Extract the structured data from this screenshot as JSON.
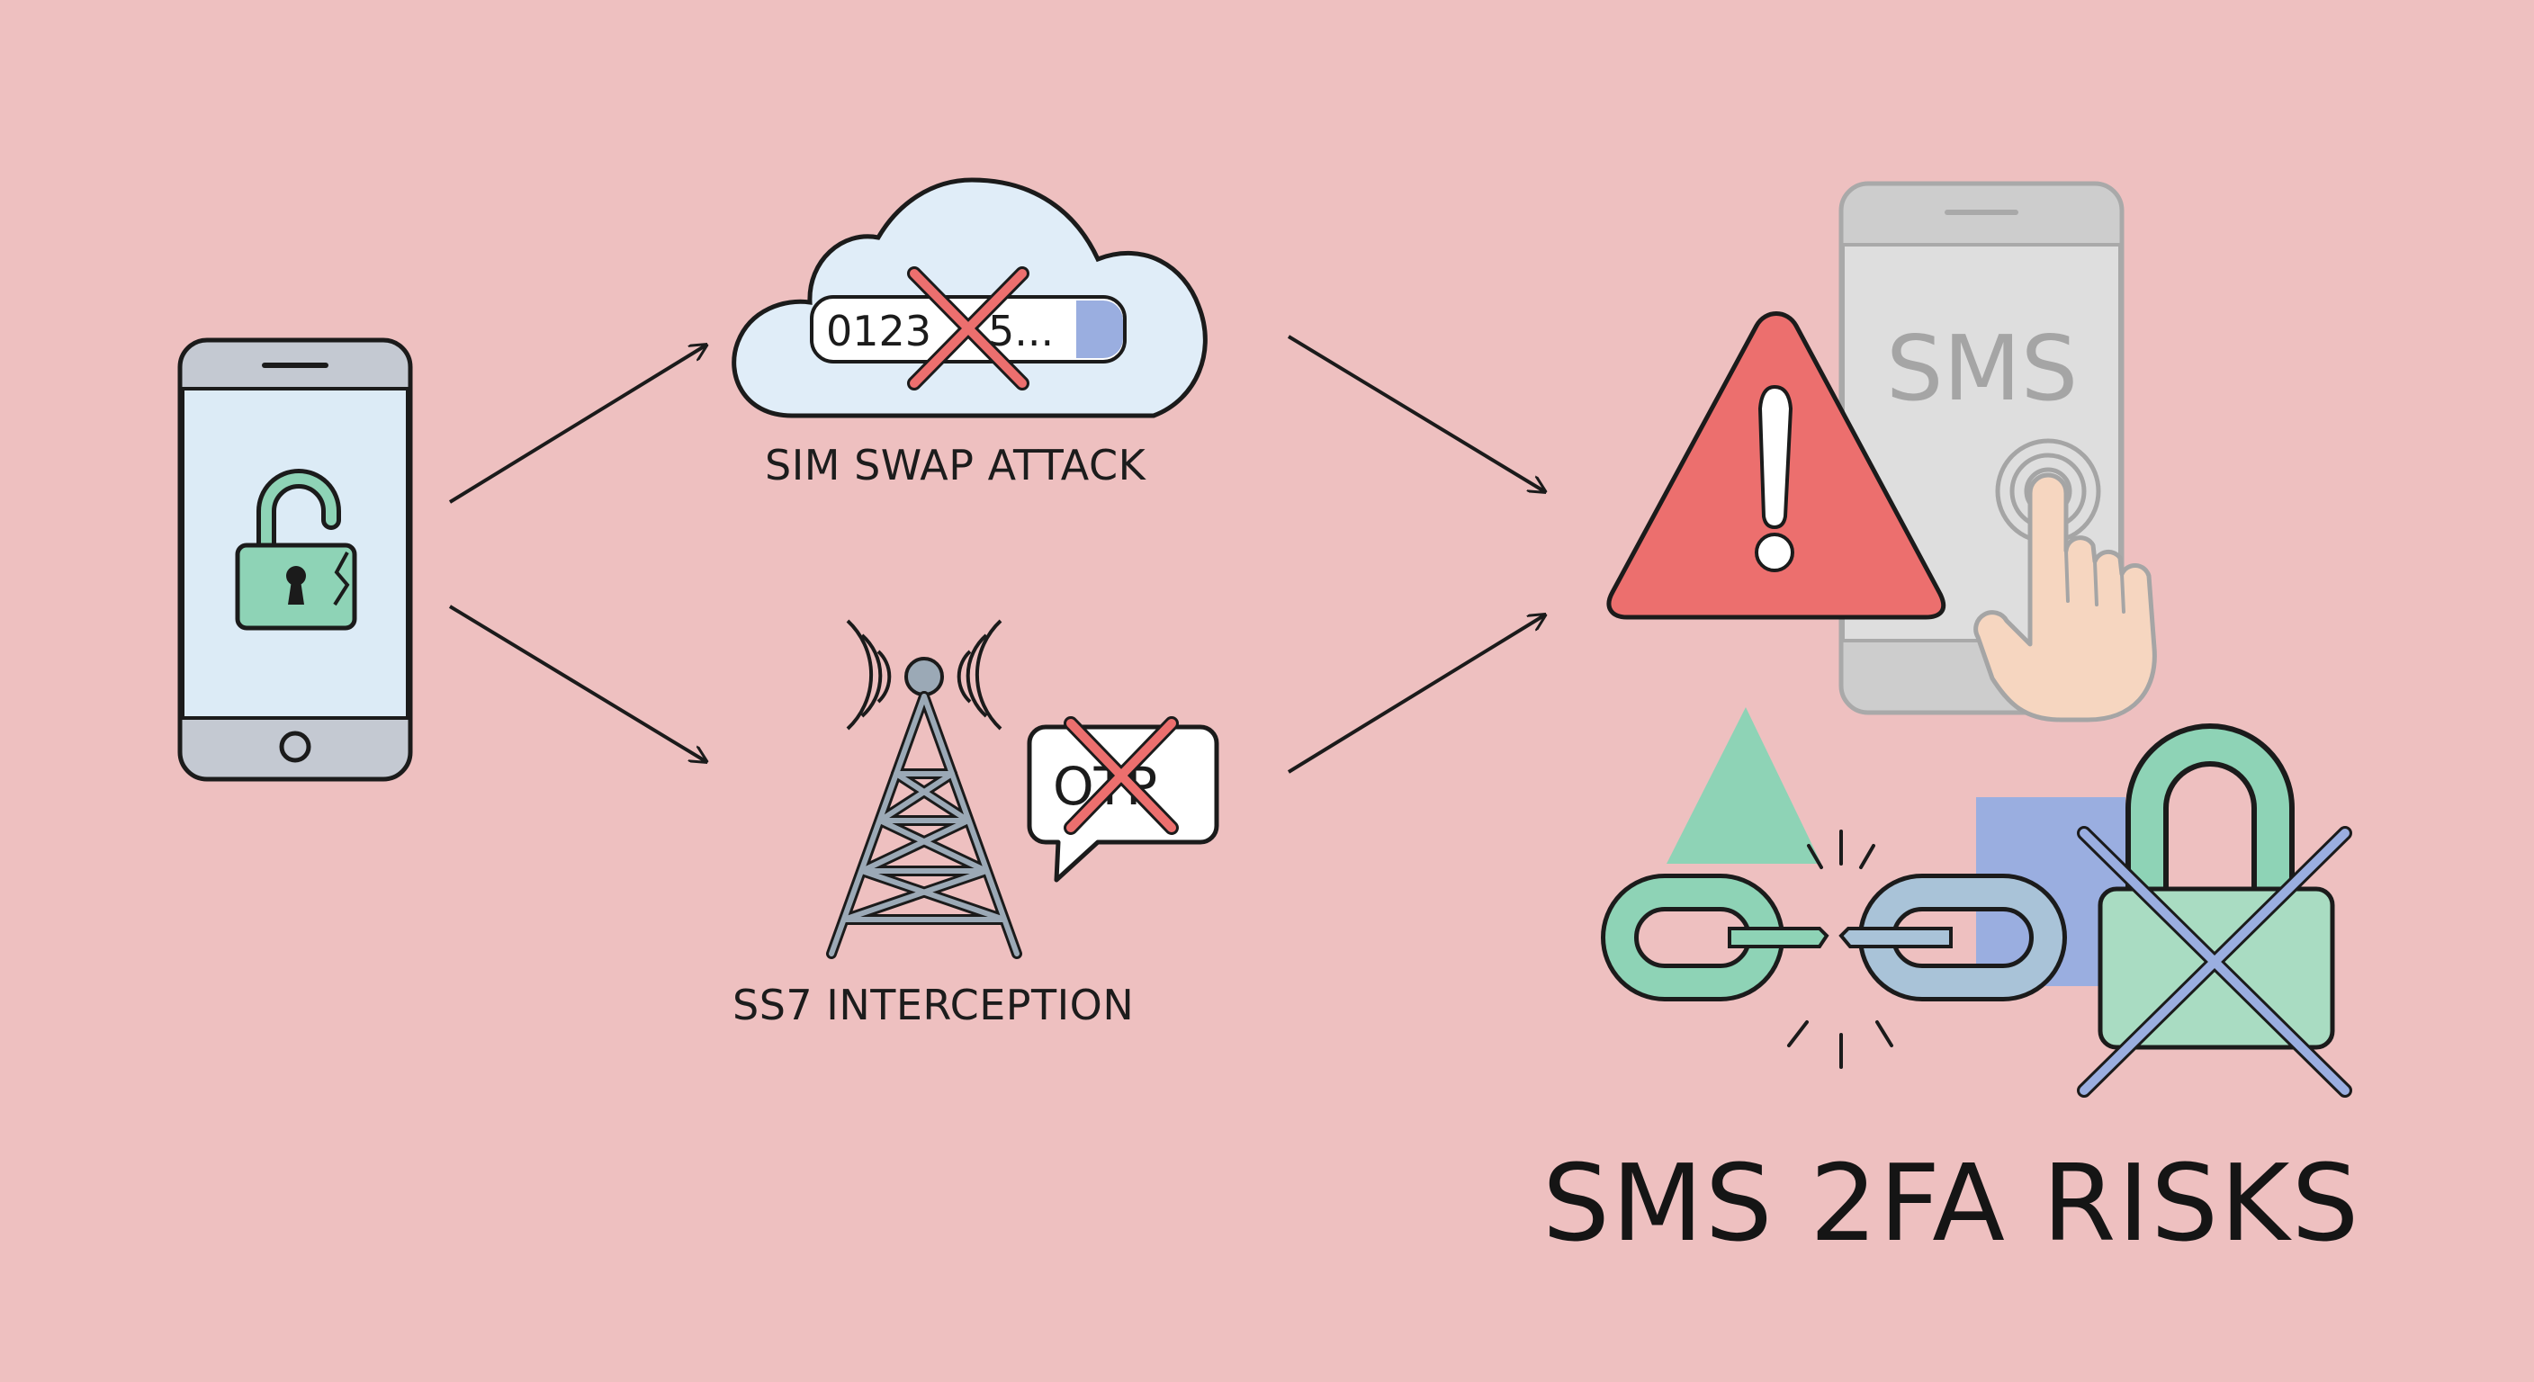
{
  "labels": {
    "sim_swap": "SIM SWAP ATTACK",
    "ss7": "SS7 INTERCEPTION",
    "title": "SMS 2FA RISKS"
  },
  "cloud_code_text": "0123",
  "cloud_code_suffix": "5...",
  "otp_bubble_text": "OTP",
  "phone_sms_text": "SMS",
  "colors": {
    "background": "#eec0c0",
    "alert_red": "#ec6f6e",
    "mint_green": "#8ed3b6",
    "periwinkle": "#9aaee0",
    "outline": "#1b1b1b"
  },
  "icons": [
    "smartphone-icon",
    "broken-padlock-icon",
    "cloud-icon",
    "cell-tower-icon",
    "speech-bubble-icon",
    "warning-triangle-icon",
    "tapping-hand-icon",
    "broken-chain-icon",
    "crossed-padlock-icon"
  ]
}
